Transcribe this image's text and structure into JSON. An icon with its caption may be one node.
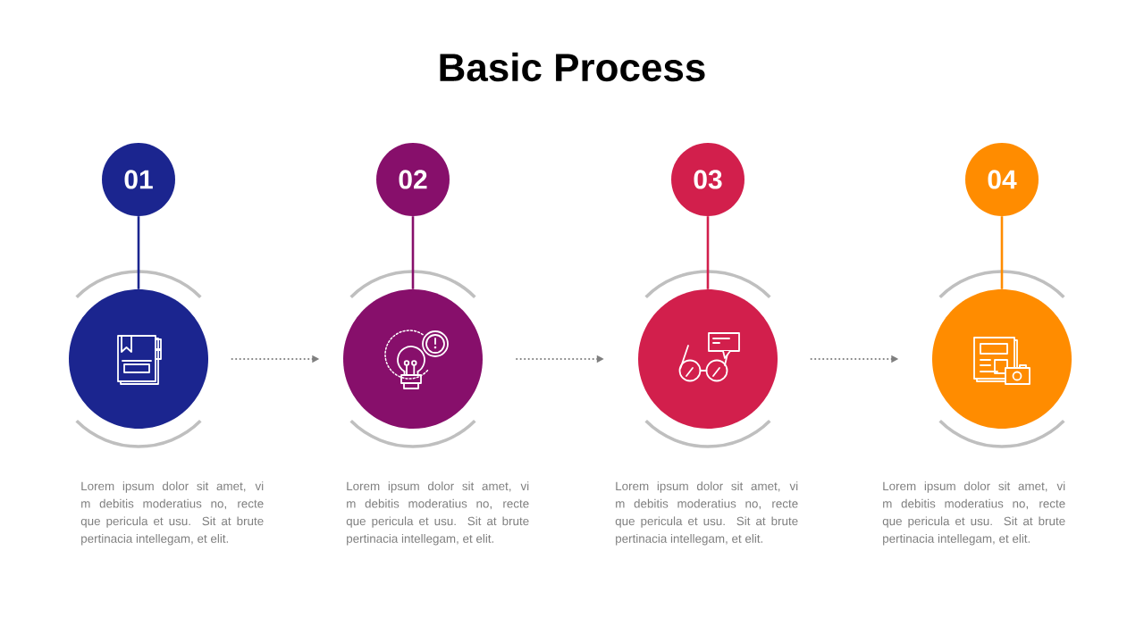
{
  "diagram": {
    "title": "Basic Process",
    "nodes": [
      {
        "text": [
          "01"
        ]
      },
      {
        "text": [],
        "shape": "circle"
      },
      {
        "text": [
          "02"
        ]
      },
      {
        "text": [],
        "shape": "circle"
      },
      {
        "text": [
          "03"
        ]
      },
      {
        "text": [],
        "shape": "circle"
      },
      {
        "text": [
          "04"
        ]
      },
      {
        "text": [],
        "shape": "circle"
      }
    ],
    "edges": [
      {
        "from": 0,
        "to": 1,
        "arrow": "none",
        "color": "#1b258f"
      },
      {
        "from": 2,
        "to": 3,
        "arrow": "none",
        "color": "#870f6b"
      },
      {
        "from": 4,
        "to": 5,
        "arrow": "none",
        "color": "#d21f4c"
      },
      {
        "from": 6,
        "to": 7,
        "arrow": "none",
        "color": "#ff8c00"
      },
      {
        "from": 1,
        "to": 3,
        "arrow": "to",
        "style": "dashed",
        "color": "#7f7f7f"
      },
      {
        "from": 3,
        "to": 5,
        "arrow": "to",
        "style": "dashed",
        "color": "#7f7f7f"
      },
      {
        "from": 5,
        "to": 7,
        "arrow": "to",
        "style": "dashed",
        "color": "#7f7f7f"
      }
    ],
    "labels": [
      "Lorem ipsum dolor sit amet, vi m debitis moderatius no, recte que pericula et usu. Sit at brute pertinacia intellegam, et elit.",
      "Lorem ipsum dolor sit amet, vi m debitis moderatius no, recte que pericula et usu. Sit at brute pertinacia intellegam, et elit.",
      "Lorem ipsum dolor sit amet, vi m debitis moderatius no, recte que pericula et usu. Sit at brute pertinacia intellegam, et elit.",
      "Lorem ipsum dolor sit amet, vi m debitis moderatius no, recte que pericula et usu. Sit at brute pertinacia intellegam, et elit."
    ]
  }
}
